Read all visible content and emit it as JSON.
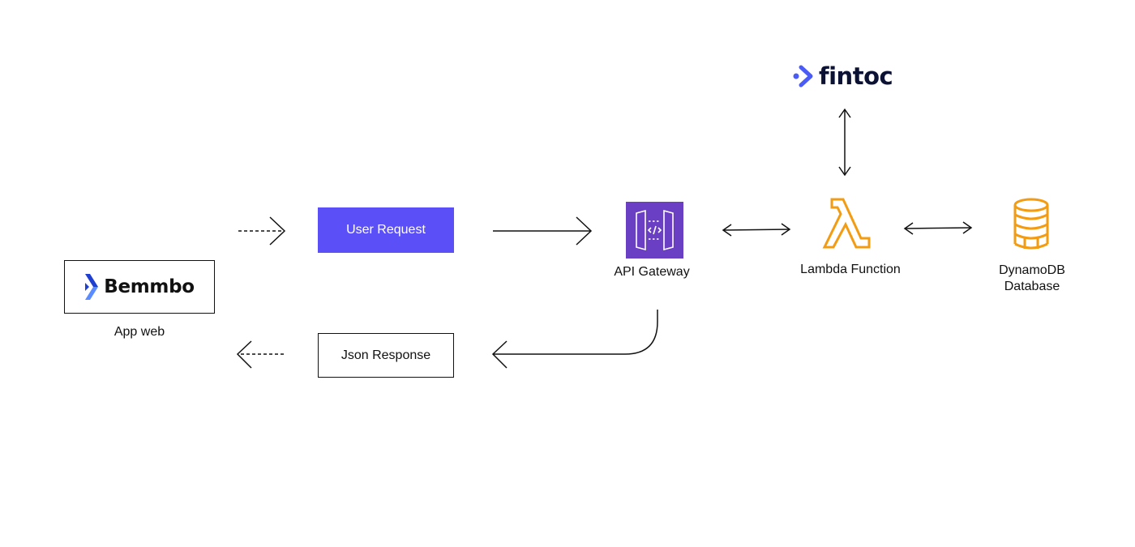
{
  "colors": {
    "primary_purple": "#5b50f7",
    "api_gateway_purple": "#6b3fc4",
    "lambda_orange": "#f39c12",
    "dynamodb_orange": "#f39c12",
    "bemmbo_blue": "#2f6bff",
    "fintoc_navy": "#0b1233",
    "fintoc_blue": "#4a5cf5"
  },
  "nodes": {
    "app_web": {
      "logo_text": "Bemmbo",
      "label": "App web",
      "icon": "bemmbo-logo"
    },
    "user_request": {
      "label": "User Request"
    },
    "json_response": {
      "label": "Json Response"
    },
    "api_gateway": {
      "label": "API Gateway",
      "icon": "api-gateway-icon"
    },
    "lambda": {
      "label": "Lambda Function",
      "icon": "lambda-icon"
    },
    "dynamodb": {
      "label_line1": "DynamoDB",
      "label_line2": "Database",
      "icon": "dynamodb-icon"
    },
    "fintoc": {
      "logo_text": "fintoc",
      "icon": "fintoc-logo"
    }
  }
}
